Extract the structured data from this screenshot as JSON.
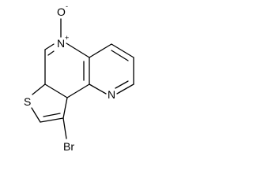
{
  "molecule": {
    "atoms": {
      "n_oxide": "N",
      "n_charge": "+",
      "oxygen": "O",
      "oxygen_charge": "-",
      "sulfur": "S",
      "n_pyridine": "N",
      "bromine": "Br"
    }
  }
}
